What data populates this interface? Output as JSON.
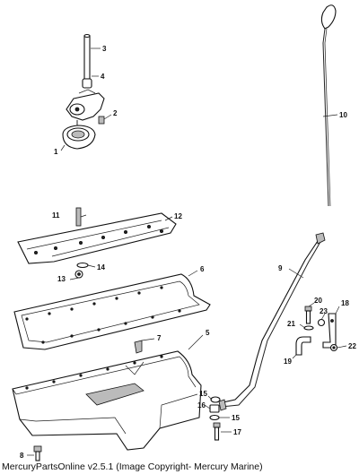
{
  "footer": "MercuryPartsOnline v2.5.1 (Image Copyright- Mercury Marine)",
  "callouts": [
    "1",
    "2",
    "3",
    "4",
    "5",
    "6",
    "7",
    "8",
    "9",
    "10",
    "11",
    "12",
    "13",
    "14",
    "15",
    "16",
    "17",
    "18",
    "19",
    "20",
    "21",
    "22",
    "23"
  ]
}
